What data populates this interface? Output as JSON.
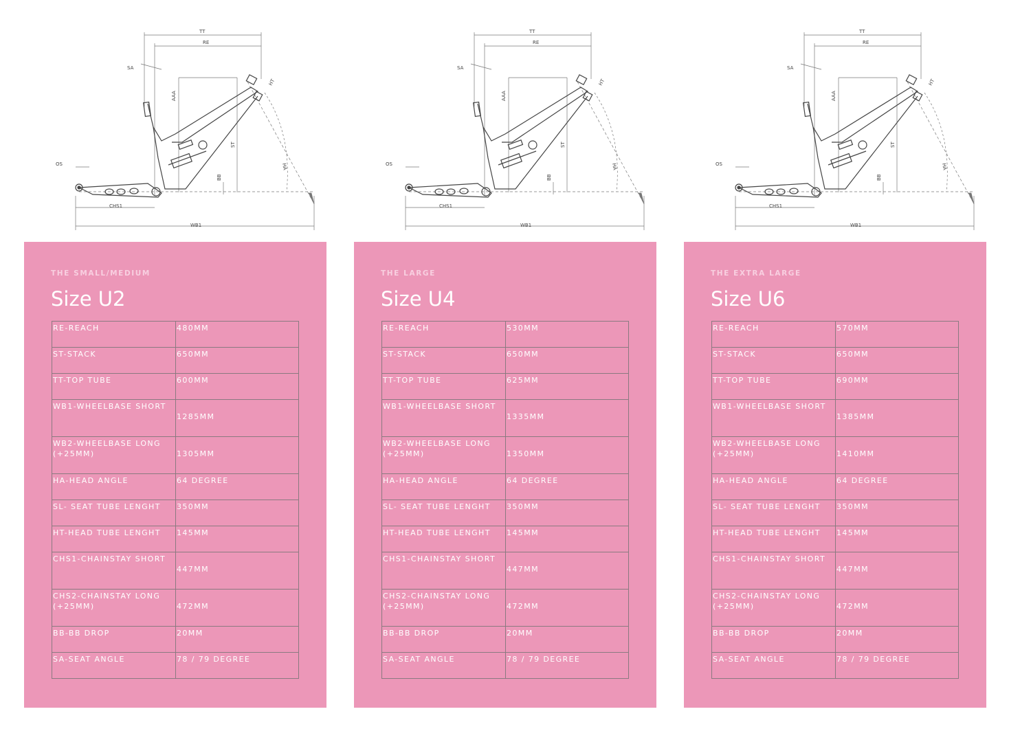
{
  "diagram_labels": {
    "tt": "TT",
    "re": "RE",
    "sa": "SA",
    "aaa": "AAA",
    "ht": "HT",
    "st": "ST",
    "ha": "HA",
    "bb": "BB",
    "os": "OS",
    "chs1": "CHS1",
    "wb1": "WB1"
  },
  "colors": {
    "card": "#ec97b8",
    "eyebrow": "#f8cfe0",
    "text": "#ffffff",
    "grid": "#8a7a80"
  },
  "cards": [
    {
      "eyebrow": "THE SMALL/MEDIUM",
      "title": "Size U2",
      "rows": [
        {
          "label": "RE-REACH",
          "value": "480MM"
        },
        {
          "label": "ST-STACK",
          "value": "650MM"
        },
        {
          "label": "TT-TOP TUBE",
          "value": "600MM"
        },
        {
          "label": "WB1-WHEELBASE SHORT",
          "value": "1285MM"
        },
        {
          "label": "WB2-WHEELBASE LONG (+25MM)",
          "value": "1305MM"
        },
        {
          "label": "HA-HEAD ANGLE",
          "value": "64 DEGREE"
        },
        {
          "label": "SL- SEAT TUBE LENGHT",
          "value": "350MM"
        },
        {
          "label": "HT-HEAD TUBE LENGHT",
          "value": "145MM"
        },
        {
          "label": "CHS1-CHAINSTAY SHORT",
          "value": "447MM"
        },
        {
          "label": "CHS2-CHAINSTAY LONG (+25MM)",
          "value": "472MM"
        },
        {
          "label": "BB-BB DROP",
          "value": "20MM"
        },
        {
          "label": "SA-SEAT ANGLE",
          "value": "78 / 79 DEGREE"
        }
      ]
    },
    {
      "eyebrow": "THE LARGE",
      "title": "Size U4",
      "rows": [
        {
          "label": "RE-REACH",
          "value": "530MM"
        },
        {
          "label": "ST-STACK",
          "value": "650MM"
        },
        {
          "label": "TT-TOP TUBE",
          "value": "625MM"
        },
        {
          "label": "WB1-WHEELBASE SHORT",
          "value": "1335MM"
        },
        {
          "label": "WB2-WHEELBASE LONG (+25MM)",
          "value": "1350MM"
        },
        {
          "label": "HA-HEAD ANGLE",
          "value": "64 DEGREE"
        },
        {
          "label": "SL- SEAT TUBE LENGHT",
          "value": "350MM"
        },
        {
          "label": "HT-HEAD TUBE LENGHT",
          "value": "145MM"
        },
        {
          "label": "CHS1-CHAINSTAY SHORT",
          "value": "447MM"
        },
        {
          "label": "CHS2-CHAINSTAY LONG (+25MM)",
          "value": "472MM"
        },
        {
          "label": "BB-BB DROP",
          "value": "20MM"
        },
        {
          "label": "SA-SEAT ANGLE",
          "value": "78 / 79 DEGREE"
        }
      ]
    },
    {
      "eyebrow": "THE EXTRA LARGE",
      "title": "Size U6",
      "rows": [
        {
          "label": "RE-REACH",
          "value": "570MM"
        },
        {
          "label": "ST-STACK",
          "value": "650MM"
        },
        {
          "label": "TT-TOP TUBE",
          "value": "690MM"
        },
        {
          "label": "WB1-WHEELBASE SHORT",
          "value": "1385MM"
        },
        {
          "label": "WB2-WHEELBASE LONG (+25MM)",
          "value": "1410MM"
        },
        {
          "label": "HA-HEAD ANGLE",
          "value": "64 DEGREE"
        },
        {
          "label": "SL- SEAT TUBE LENGHT",
          "value": "350MM"
        },
        {
          "label": "HT-HEAD TUBE LENGHT",
          "value": "145MM"
        },
        {
          "label": "CHS1-CHAINSTAY SHORT",
          "value": "447MM"
        },
        {
          "label": "CHS2-CHAINSTAY LONG (+25MM)",
          "value": "472MM"
        },
        {
          "label": "BB-BB DROP",
          "value": "20MM"
        },
        {
          "label": "SA-SEAT ANGLE",
          "value": "78 / 79 DEGREE"
        }
      ]
    }
  ]
}
